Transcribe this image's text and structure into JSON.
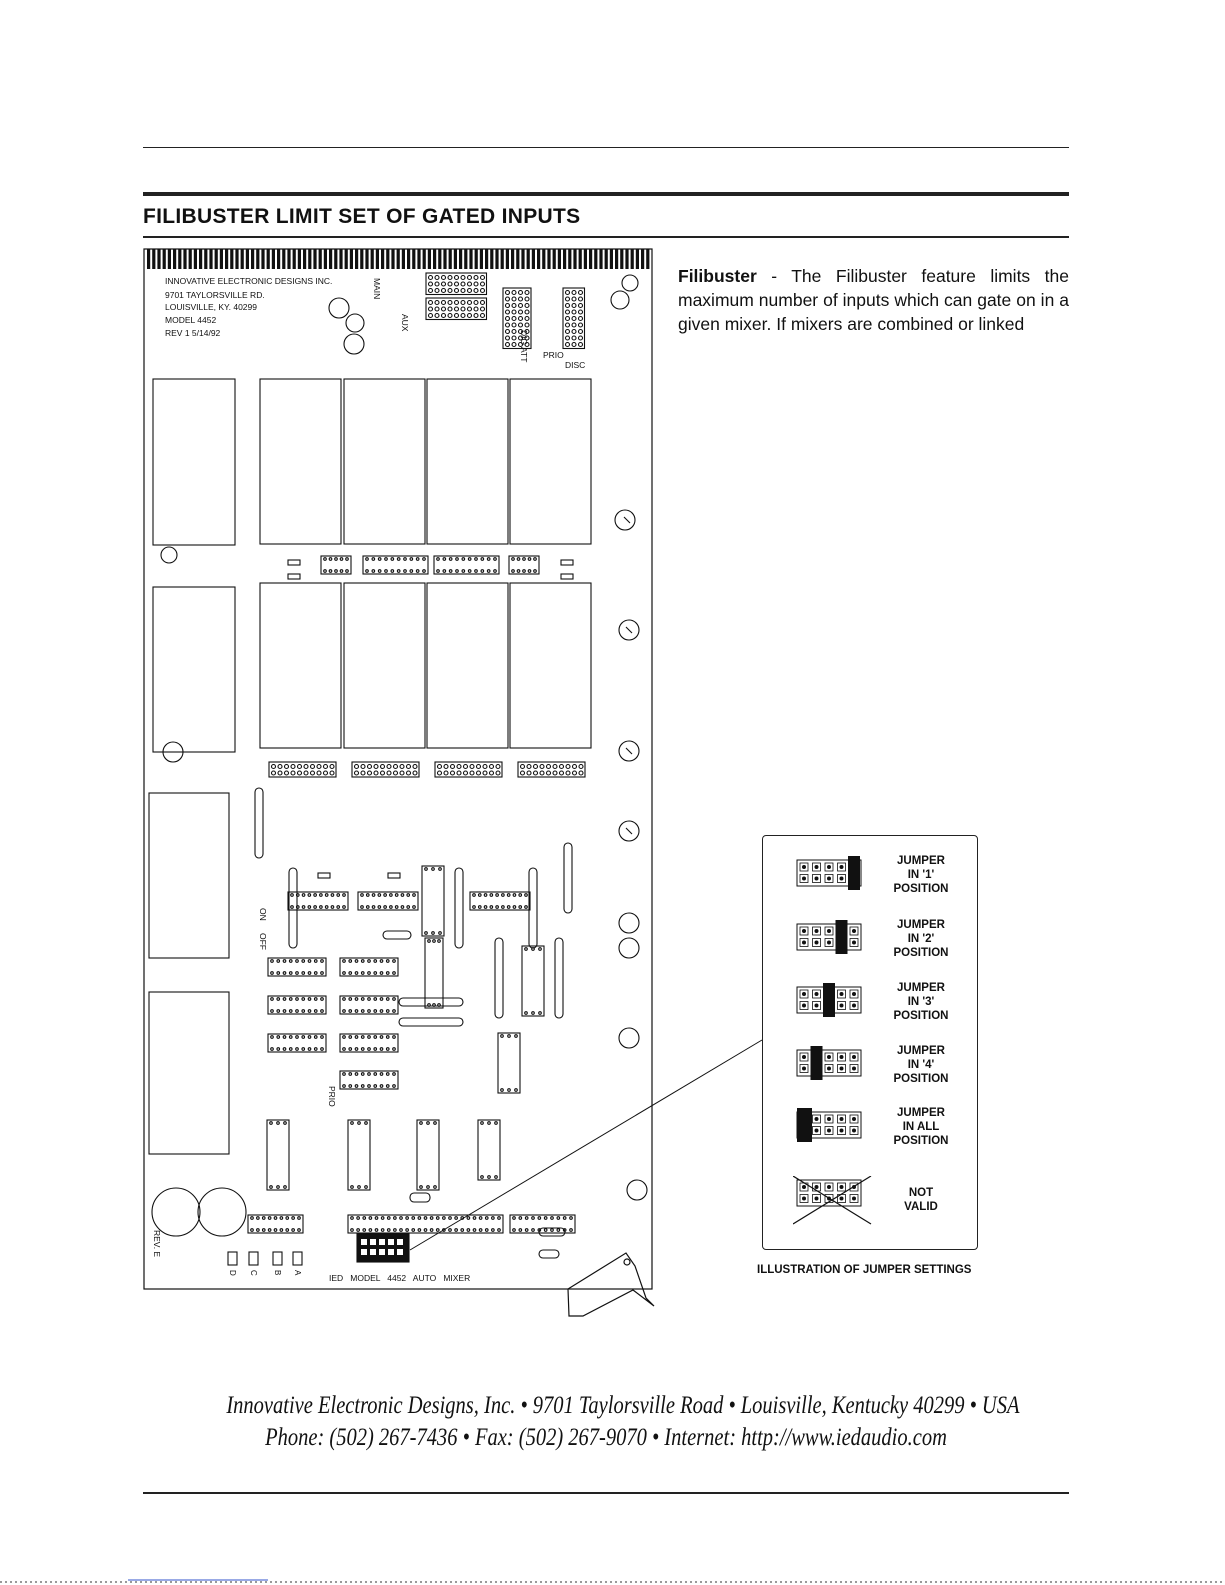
{
  "section": {
    "title": "FILIBUSTER LIMIT SET OF GATED INPUTS"
  },
  "board": {
    "header_lines": [
      "INNOVATIVE ELECTRONIC DESIGNS INC.",
      "9701 TAYLORSVILLE RD.",
      "LOUISVILLE, KY. 40299",
      "MODEL 4452",
      "REV 1 5/14/92"
    ],
    "main_label": "MAIN",
    "aux_label": "AUX",
    "dig_att_label": "DIG ATT",
    "prio_label": "PRIO",
    "disc_label": "DISC",
    "off_label": "OFF",
    "on_label": "ON",
    "prio_label_lower": "PRIO",
    "rev_label": "REV. E",
    "led_labels": [
      "D",
      "C",
      "B",
      "A"
    ],
    "bottom_label": "IED   MODEL   4452   AUTO   MIXER"
  },
  "body": {
    "lead": "Filibuster",
    "text": " - The Filibuster feature limits the maximum number of inputs which can gate on in a given mixer. If mixers are combined or linked"
  },
  "jumpers": [
    {
      "label": "JUMPER\nIN '1'\nPOSITION",
      "position": 1
    },
    {
      "label": "JUMPER\nIN  '2'\nPOSITION",
      "position": 2
    },
    {
      "label": "JUMPER\nIN  '3'\nPOSITION",
      "position": 3
    },
    {
      "label": "JUMPER\nIN  '4'\nPOSITION",
      "position": 4
    },
    {
      "label": "JUMPER\nIN ALL\nPOSITION",
      "position": "all"
    },
    {
      "label": "NOT\nVALID",
      "position": "none"
    }
  ],
  "jumper_caption": "ILLUSTRATION OF JUMPER SETTINGS",
  "footer": {
    "line1": "Innovative Electronic Designs, Inc. • 9701 Taylorsville Road  • Louisville, Kentucky   40299 • USA",
    "line2": "Phone: (502) 267-7436  • Fax:  (502)  267-9070 •  Internet:  http://www.iedaudio.com"
  }
}
